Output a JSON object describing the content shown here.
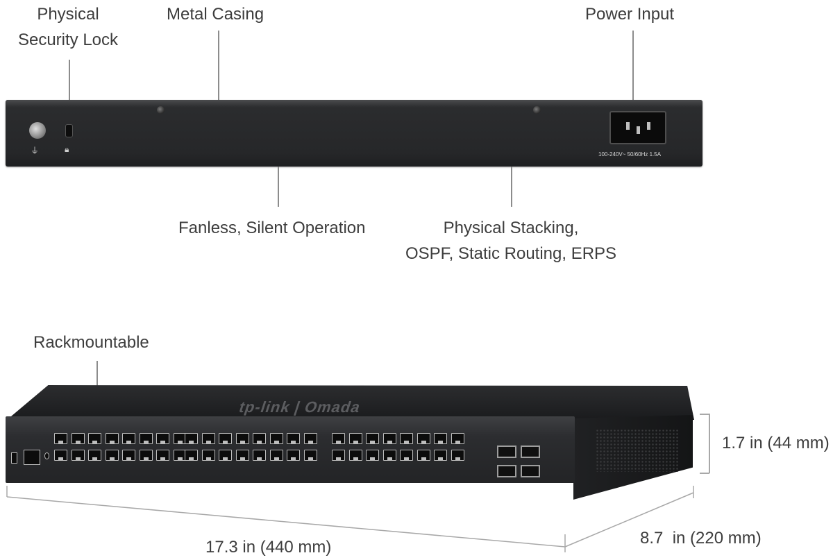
{
  "callouts": {
    "security_lock": [
      "Physical",
      "Security Lock"
    ],
    "metal_casing": "Metal Casing",
    "power_input": "Power Input",
    "fanless": "Fanless, Silent Operation",
    "stacking": [
      "Physical Stacking,",
      "OSPF, Static Routing, ERPS"
    ],
    "rackmountable": "Rackmountable"
  },
  "rear_panel": {
    "power_rating": "100-240V~ 50/60Hz 1.5A",
    "icons": [
      "ground-icon",
      "lock-icon"
    ]
  },
  "front_panel": {
    "brand": "tp-link | Omada",
    "rj45_ports": 48,
    "sfp_slots": 4
  },
  "dimensions": {
    "height": "1.7 in (44 mm)",
    "width": "17.3 in (440 mm)",
    "depth": "8.7  in (220 mm)"
  }
}
